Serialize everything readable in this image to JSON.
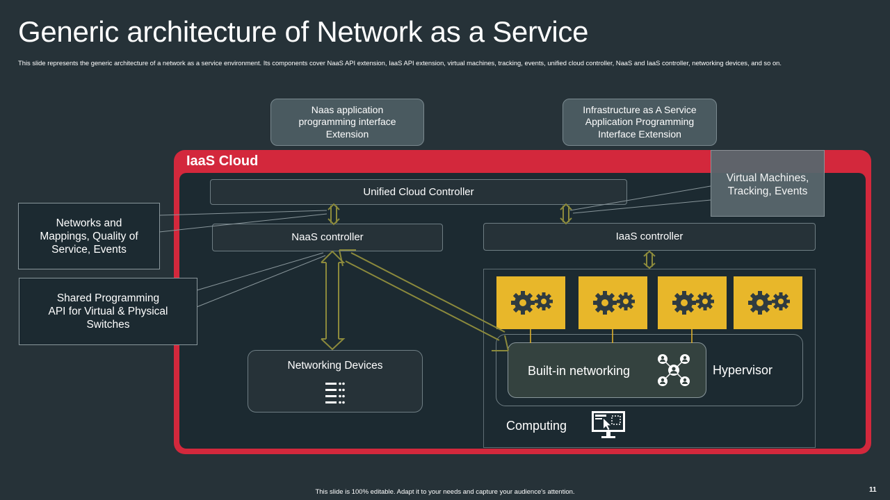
{
  "slide": {
    "title": "Generic architecture of Network as a Service",
    "subtitle": "This slide represents the generic architecture of a network as a service environment. Its components cover NaaS API extension, IaaS API extension, virtual machines, tracking, events, unified cloud controller, NaaS and IaaS controller, networking devices, and so on.",
    "footer": "This slide is 100% editable.  Adapt it to your needs and capture your audience's attention.",
    "page_number": "11"
  },
  "diagram": {
    "naas_api": "Naas application programming interface Extension",
    "iaas_api": "Infrastructure as A Service Application Programming Interface Extension",
    "iaas_cloud": "IaaS Cloud",
    "unified_controller": "Unified Cloud Controller",
    "naas_controller": "NaaS controller",
    "iaas_controller": "IaaS controller",
    "networks_mappings": "Networks and Mappings, Quality of Service, Events",
    "shared_api": "Shared Programming API for Virtual & Physical Switches",
    "vm_tracking": "Virtual Machines, Tracking, Events",
    "networking_devices": "Networking Devices",
    "builtin_networking": "Built-in networking",
    "hypervisor": "Hypervisor",
    "computing": "Computing"
  },
  "colors": {
    "background": "#263238",
    "cloud_red": "#d3283c",
    "gear_yellow": "#e8b72a",
    "arrow_olive": "#8c8a3c"
  },
  "icons": [
    "gears-icon",
    "network-nodes-icon",
    "server-list-icon",
    "computer-screen-icon"
  ]
}
